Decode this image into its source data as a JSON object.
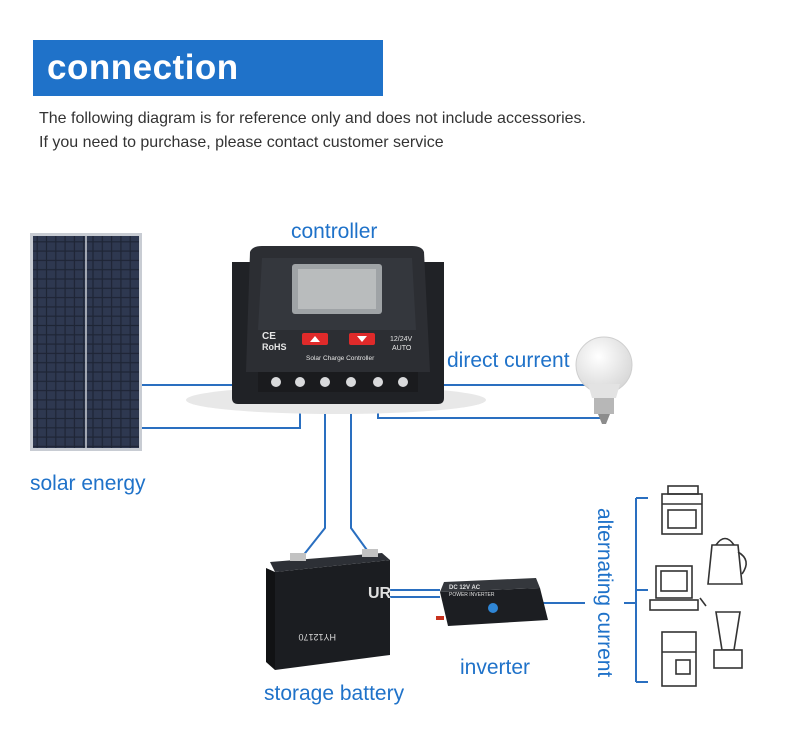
{
  "title": "connection diagram",
  "intro": [
    "The following diagram is for reference only and does not include accessories.",
    "If you need to purchase, please contact customer service"
  ],
  "labels": {
    "controller": "controller",
    "solar": "solar energy",
    "dc": "direct current",
    "battery": "storage battery",
    "inverter": "inverter",
    "ac": "alternating current"
  },
  "device_text": {
    "ce": "CE",
    "rohs": "RoHS",
    "controller_name": "Solar Charge Controller",
    "voltage": "12/24V",
    "auto": "AUTO",
    "battery_model": "HY12170",
    "battery_brand": "UR",
    "inverter_name": "DC 12V AC",
    "inverter_sub": "POWER INVERTER"
  },
  "colors": {
    "accent": "#1f72c9",
    "wire": "#2a6fc0"
  }
}
